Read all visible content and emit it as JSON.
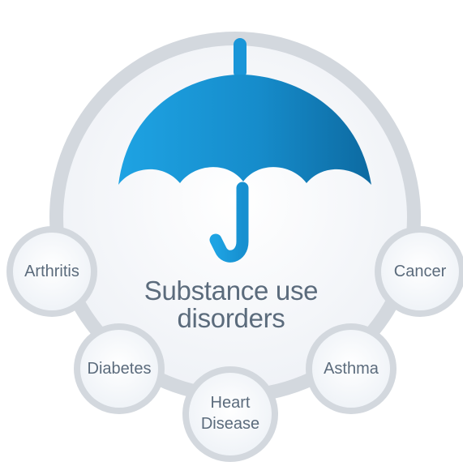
{
  "center": {
    "label_line1": "Substance use",
    "label_line2": "disorders",
    "icon": "umbrella-icon"
  },
  "conditions": [
    {
      "label": "Arthritis"
    },
    {
      "label": "Diabetes"
    },
    {
      "label_line1": "Heart",
      "label_line2": "Disease"
    },
    {
      "label": "Asthma"
    },
    {
      "label": "Cancer"
    }
  ],
  "colors": {
    "ring": "#d3d8de",
    "inner": "#f3f5f9",
    "umbrella_light": "#1aa0e0",
    "umbrella_dark": "#0f6ea6",
    "text": "#5b6b7c"
  }
}
